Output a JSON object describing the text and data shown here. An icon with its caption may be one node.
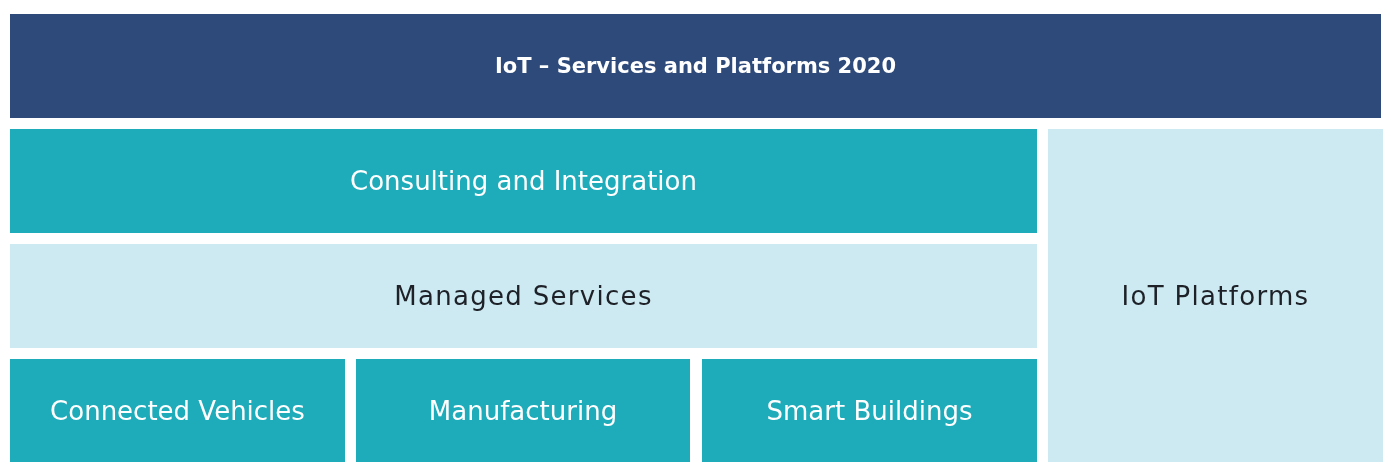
{
  "diagram": {
    "nodes": [
      {
        "text": [
          "IoT – Services and Platforms 2020"
        ]
      },
      {
        "text": [
          "Consulting and Integration"
        ]
      },
      {
        "text": [
          "Managed Services"
        ]
      },
      {
        "text": [
          "Connected Vehicles"
        ]
      },
      {
        "text": [
          "Manufacturing"
        ]
      },
      {
        "text": [
          "Smart Buildings"
        ]
      },
      {
        "text": [
          "IoT Platforms"
        ]
      }
    ]
  }
}
